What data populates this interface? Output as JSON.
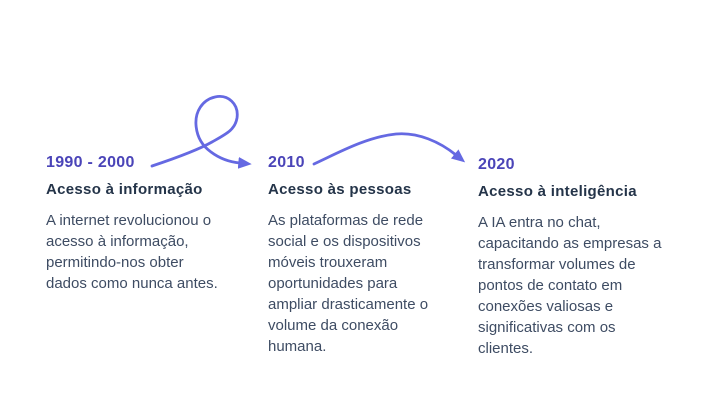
{
  "slide": {
    "background": "#ffffff"
  },
  "colors": {
    "period": "#4a44b8",
    "title": "#243449",
    "body": "#3e4c63",
    "arrow": "#6569e2"
  },
  "timeline": {
    "eras": [
      {
        "period": "1990 - 2000",
        "title": "Acesso à informação",
        "description": "A internet revolucionou o acesso à informação, permitindo-nos obter dados como nunca antes."
      },
      {
        "period": "2010",
        "title": "Acesso às pessoas",
        "description": "As plataformas de rede social e os dispositivos móveis trouxeram oportunidades para ampliar drasticamente o volume da conexão humana."
      },
      {
        "period": "2020",
        "title": "Acesso à inteligência",
        "description": "A IA entra no chat, capacitando as empresas a transformar volumes de pontos de contato em conexões valiosas e significativas com os clientes."
      }
    ]
  },
  "decorations": {
    "icons": [
      "loop-swirl-arrow-icon",
      "wave-curve-arrow-icon"
    ]
  }
}
